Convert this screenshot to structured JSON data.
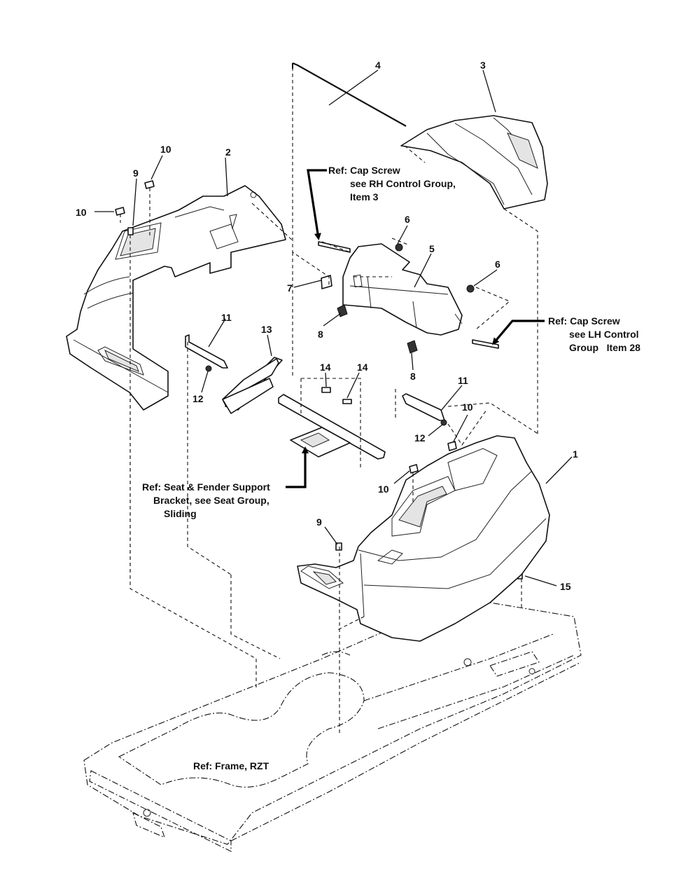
{
  "callouts": {
    "c1": "1",
    "c2": "2",
    "c3": "3",
    "c4": "4",
    "c5": "5",
    "c6a": "6",
    "c6b": "6",
    "c7": "7",
    "c8a": "8",
    "c8b": "8",
    "c9a": "9",
    "c9b": "9",
    "c10a": "10",
    "c10b": "10",
    "c10c": "10",
    "c10d": "10",
    "c11a": "11",
    "c11b": "11",
    "c12a": "12",
    "c12b": "12",
    "c13": "13",
    "c14a": "14",
    "c14b": "14",
    "c15": "15"
  },
  "refs": {
    "rh_cap_screw": [
      "Ref: Cap Screw",
      "see RH Control Group,",
      "Item 3"
    ],
    "lh_cap_screw": [
      "Ref: Cap Screw",
      "see LH Control",
      "Group   Item 28"
    ],
    "seat_fender_bracket": [
      "Ref: Seat & Fender Support",
      "Bracket, see Seat Group,",
      "Sliding"
    ],
    "frame": "Ref: Frame, RZT"
  }
}
